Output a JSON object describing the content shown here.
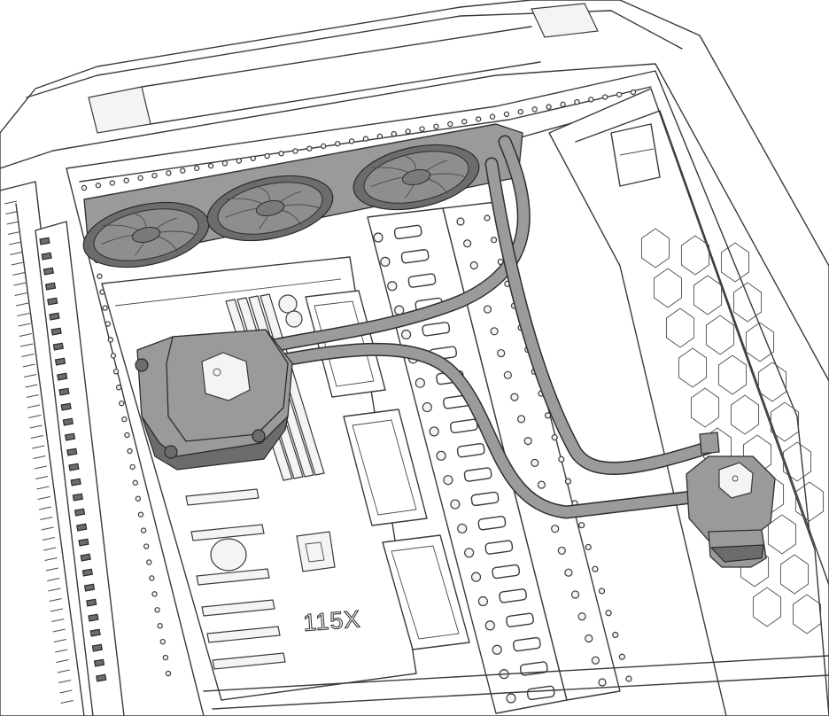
{
  "diagram": {
    "socket_label": "115X"
  },
  "colors": {
    "line": "#3a3a3a",
    "fan": "#8e8e8e",
    "tube": "#9b9b9b",
    "background": "#ffffff"
  },
  "icons": [
    "pc-case-outline",
    "radiator-fan-icon",
    "cpu-pump-block-icon",
    "reservoir-pump-icon",
    "coolant-tube"
  ]
}
